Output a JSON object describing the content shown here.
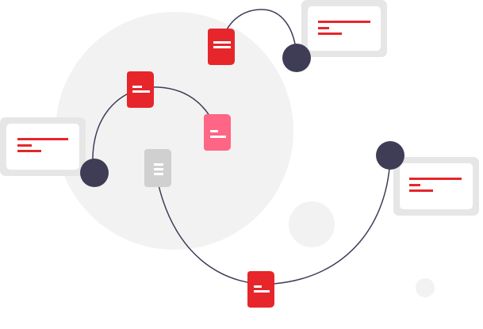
{
  "illustration": {
    "colors": {
      "accent": "#e6262a",
      "accent_pink": "#ff6584",
      "neutral_doc": "#d0d0d0",
      "node_dark": "#3f3d56",
      "bg_circle": "#f2f2f2",
      "card_outer": "#e6e6e6",
      "card_inner": "#ffffff",
      "line": "#3f3d56"
    },
    "documents": [
      {
        "icon": "document-icon",
        "tone": "accent"
      },
      {
        "icon": "document-icon",
        "tone": "accent"
      },
      {
        "icon": "document-icon",
        "tone": "accent_pink"
      },
      {
        "icon": "document-icon",
        "tone": "neutral_doc"
      },
      {
        "icon": "document-icon",
        "tone": "accent"
      }
    ],
    "message_cards": [
      {
        "icon": "message-card-icon"
      },
      {
        "icon": "message-card-icon"
      },
      {
        "icon": "message-card-icon"
      }
    ],
    "nodes": [
      {
        "icon": "node-dot-icon"
      },
      {
        "icon": "node-dot-icon"
      },
      {
        "icon": "node-dot-icon"
      }
    ]
  }
}
